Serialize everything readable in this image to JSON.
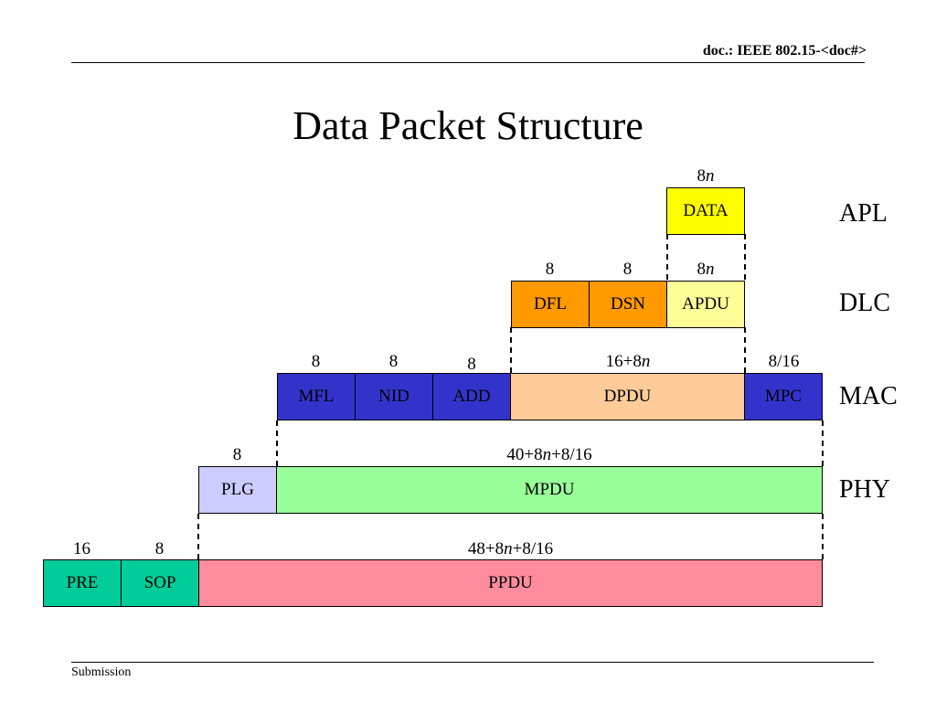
{
  "header": {
    "doc_id": "doc.: IEEE 802.15-<doc#>"
  },
  "title": "Data Packet Structure",
  "footer": {
    "label": "Submission"
  },
  "layers": {
    "apl": "APL",
    "dlc": "DLC",
    "mac": "MAC",
    "phy": "PHY"
  },
  "apl": {
    "data": {
      "label": "DATA",
      "bits_pre": "8",
      "bits_var": "n"
    }
  },
  "dlc": {
    "dfl": {
      "label": "DFL",
      "bits": "8"
    },
    "dsn": {
      "label": "DSN",
      "bits": "8"
    },
    "apdu": {
      "label": "APDU",
      "bits_pre": "8",
      "bits_var": "n"
    }
  },
  "mac": {
    "mfl": {
      "label": "MFL",
      "bits": "8"
    },
    "nid": {
      "label": "NID",
      "bits": "8"
    },
    "add": {
      "label": "ADD",
      "bits": "8"
    },
    "dpdu": {
      "label": "DPDU",
      "bits_pre": "16+8",
      "bits_var": "n"
    },
    "mpc": {
      "label": "MPC",
      "bits": "8/16"
    }
  },
  "phy": {
    "plg": {
      "label": "PLG",
      "bits": "8"
    },
    "mpdu": {
      "label": "MPDU",
      "bits_pre": "40+8",
      "bits_var": "n",
      "bits_post": "+8/16"
    }
  },
  "frame": {
    "pre": {
      "label": "PRE",
      "bits": "16"
    },
    "sop": {
      "label": "SOP",
      "bits": "8"
    },
    "ppdu": {
      "label": "PPDU",
      "bits_pre": "48+8",
      "bits_var": "n",
      "bits_post": "+8/16"
    }
  },
  "colors": {
    "data": "#ffff00",
    "apdu": "#ffff99",
    "dfl_dsn": "#ff9900",
    "mac_blue": "#3333cc",
    "dpdu": "#ffcc99",
    "plg": "#ccccff",
    "mpdu": "#99ff99",
    "pre_sop": "#00cc99",
    "ppdu": "#ff8c9c"
  }
}
